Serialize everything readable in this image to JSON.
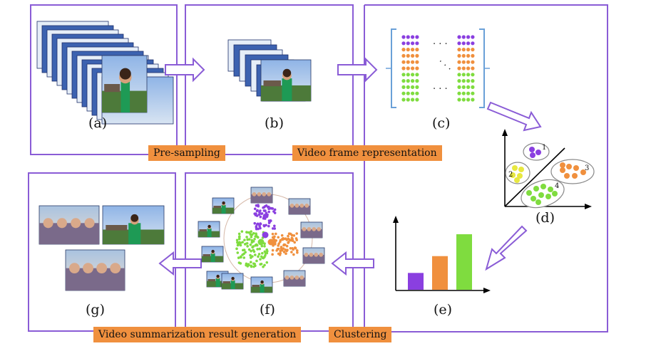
{
  "panels": {
    "a": "(a)",
    "b": "(b)",
    "c": "(c)",
    "d": "(d)",
    "e": "(e)",
    "f": "(f)",
    "g": "(g)"
  },
  "stages": {
    "pre_sampling": "Pre-sampling",
    "video_frame_representation": "Video frame representation",
    "clustering": "Clustering",
    "video_summarization_result_generation": "Video summarization result generation"
  },
  "clusters": [
    "1",
    "2",
    "3",
    "4"
  ],
  "matrix_ellipsis": "· · ·",
  "colors": {
    "border": "#8a5cd6",
    "arrow": "#8a5cd6",
    "tag": "#f0903e",
    "purple": "#8a3fe0",
    "orange": "#f0903e",
    "green": "#7fdc3f",
    "yellow": "#e8e840",
    "bracket": "#6aa0d8"
  },
  "bar_chart": {
    "type": "bar",
    "values": [
      1,
      2,
      3.3
    ],
    "colors": [
      "#8a3fe0",
      "#f0903e",
      "#7fdc3f"
    ]
  }
}
